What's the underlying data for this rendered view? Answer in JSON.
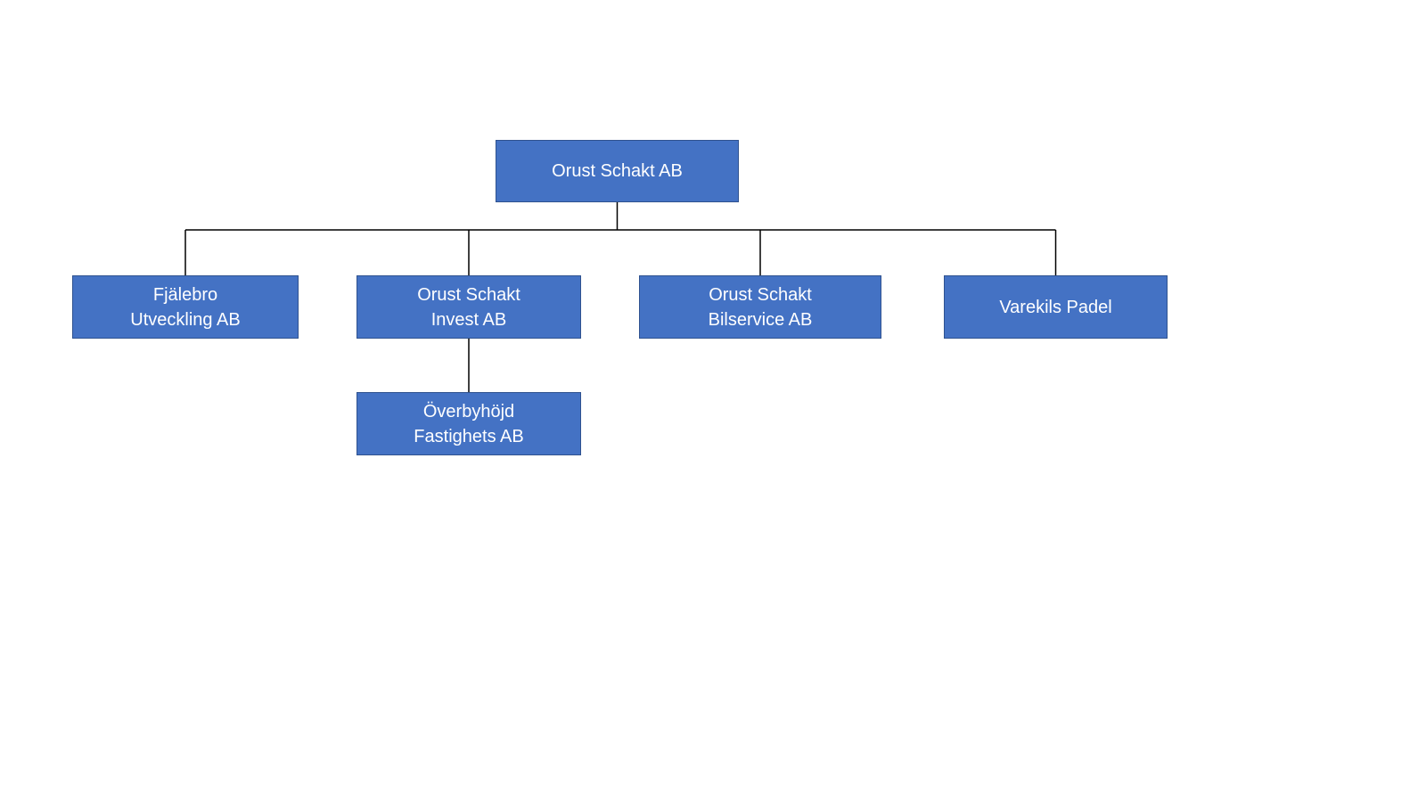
{
  "org_chart": {
    "root": {
      "label": "Orust Schakt AB"
    },
    "children": [
      {
        "label": "Fjälebro\nUtveckling AB"
      },
      {
        "label": "Orust Schakt\nInvest AB"
      },
      {
        "label": "Orust Schakt\nBilservice AB"
      },
      {
        "label": "Varekils Padel"
      }
    ],
    "grandchildren": [
      {
        "label": "Överbyhöjd\nFastighets AB",
        "parent_label": "Orust Schakt\nInvest AB"
      }
    ],
    "colors": {
      "node_fill": "#4472C4",
      "node_border": "#2F528F",
      "node_text": "#FFFFFF",
      "connector": "#000000",
      "background": "#FFFFFF"
    }
  }
}
